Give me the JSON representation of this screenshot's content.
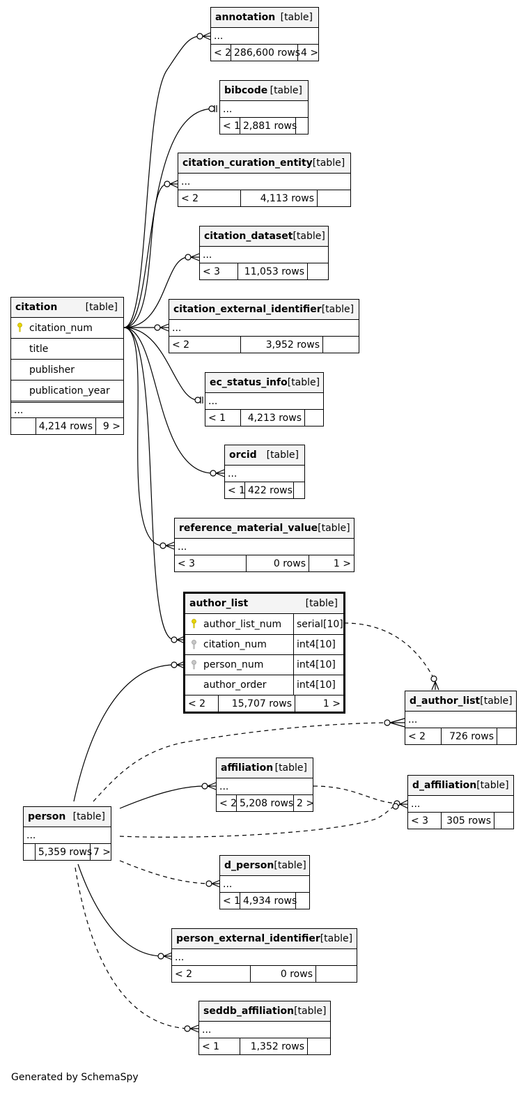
{
  "footer": "Generated by SchemaSpy",
  "tables": {
    "annotation": {
      "name": "annotation",
      "type": "[table]",
      "ellipsis": "...",
      "parents": "< 2",
      "rows": "286,600 rows",
      "children": "4 >"
    },
    "bibcode": {
      "name": "bibcode",
      "type": "[table]",
      "ellipsis": "...",
      "parents": "< 1",
      "rows": "2,881 rows",
      "children": ""
    },
    "citation_curation_entity": {
      "name": "citation_curation_entity",
      "type": "[table]",
      "ellipsis": "...",
      "parents": "< 2",
      "rows": "4,113 rows",
      "children": ""
    },
    "citation_dataset": {
      "name": "citation_dataset",
      "type": "[table]",
      "ellipsis": "...",
      "parents": "< 3",
      "rows": "11,053 rows",
      "children": ""
    },
    "citation_external_identifier": {
      "name": "citation_external_identifier",
      "type": "[table]",
      "ellipsis": "...",
      "parents": "< 2",
      "rows": "3,952 rows",
      "children": ""
    },
    "ec_status_info": {
      "name": "ec_status_info",
      "type": "[table]",
      "ellipsis": "...",
      "parents": "< 1",
      "rows": "4,213 rows",
      "children": ""
    },
    "orcid": {
      "name": "orcid",
      "type": "[table]",
      "ellipsis": "...",
      "parents": "< 1",
      "rows": "422 rows",
      "children": ""
    },
    "reference_material_value": {
      "name": "reference_material_value",
      "type": "[table]",
      "ellipsis": "...",
      "parents": "< 3",
      "rows": "0 rows",
      "children": "1 >"
    },
    "citation": {
      "name": "citation",
      "type": "[table]",
      "columns": [
        "citation_num",
        "title",
        "publisher",
        "publication_year"
      ],
      "ellipsis": "...",
      "parents": "",
      "rows": "4,214 rows",
      "children": "9 >"
    },
    "author_list": {
      "name": "author_list",
      "type": "[table]",
      "columns": [
        {
          "name": "author_list_num",
          "type": "serial[10]"
        },
        {
          "name": "citation_num",
          "type": "int4[10]"
        },
        {
          "name": "person_num",
          "type": "int4[10]"
        },
        {
          "name": "author_order",
          "type": "int4[10]"
        }
      ],
      "parents": "< 2",
      "rows": "15,707 rows",
      "children": "1 >"
    },
    "d_author_list": {
      "name": "d_author_list",
      "type": "[table]",
      "ellipsis": "...",
      "parents": "< 2",
      "rows": "726 rows",
      "children": ""
    },
    "affiliation": {
      "name": "affiliation",
      "type": "[table]",
      "ellipsis": "...",
      "parents": "< 2",
      "rows": "5,208 rows",
      "children": "2 >"
    },
    "d_affiliation": {
      "name": "d_affiliation",
      "type": "[table]",
      "ellipsis": "...",
      "parents": "< 3",
      "rows": "305 rows",
      "children": ""
    },
    "person": {
      "name": "person",
      "type": "[table]",
      "ellipsis": "...",
      "parents": "",
      "rows": "5,359 rows",
      "children": "7 >"
    },
    "d_person": {
      "name": "d_person",
      "type": "[table]",
      "ellipsis": "...",
      "parents": "< 1",
      "rows": "4,934 rows",
      "children": ""
    },
    "person_external_identifier": {
      "name": "person_external_identifier",
      "type": "[table]",
      "ellipsis": "...",
      "parents": "< 2",
      "rows": "0 rows",
      "children": ""
    },
    "seddb_affiliation": {
      "name": "seddb_affiliation",
      "type": "[table]",
      "ellipsis": "...",
      "parents": "< 1",
      "rows": "1,352 rows",
      "children": ""
    }
  }
}
